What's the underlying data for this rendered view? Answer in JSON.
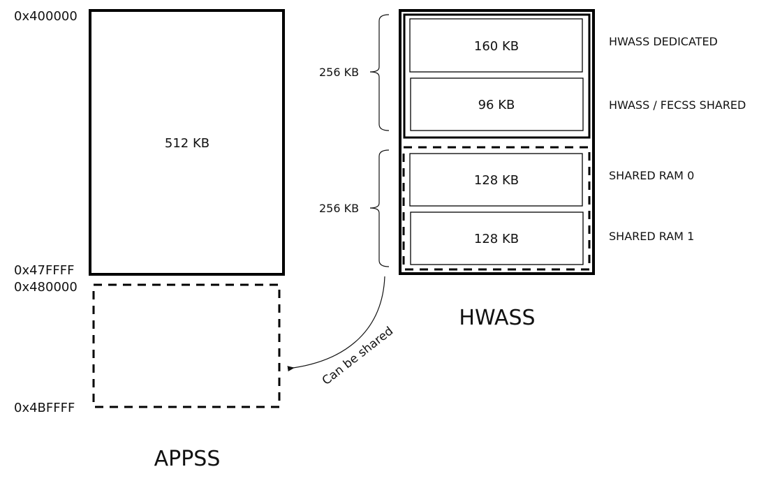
{
  "appss": {
    "title": "APPSS",
    "main_block": {
      "size": "512 KB",
      "start_address": "0x400000",
      "end_address": "0x47FFFF"
    },
    "shared_block": {
      "start_address": "0x480000",
      "end_address": "0x4BFFFF"
    }
  },
  "hwass": {
    "title": "HWASS",
    "groups": [
      {
        "total": "256 KB",
        "style": "solid",
        "blocks": [
          {
            "size": "160 KB",
            "label": "HWASS DEDICATED"
          },
          {
            "size": "96 KB",
            "label": "HWASS / FECSS SHARED"
          }
        ]
      },
      {
        "total": "256 KB",
        "style": "dashed",
        "blocks": [
          {
            "size": "128 KB",
            "label": "SHARED RAM 0"
          },
          {
            "size": "128 KB",
            "label": "SHARED RAM 1"
          }
        ]
      }
    ]
  },
  "annotation": {
    "arrow_label": "Can be shared"
  }
}
